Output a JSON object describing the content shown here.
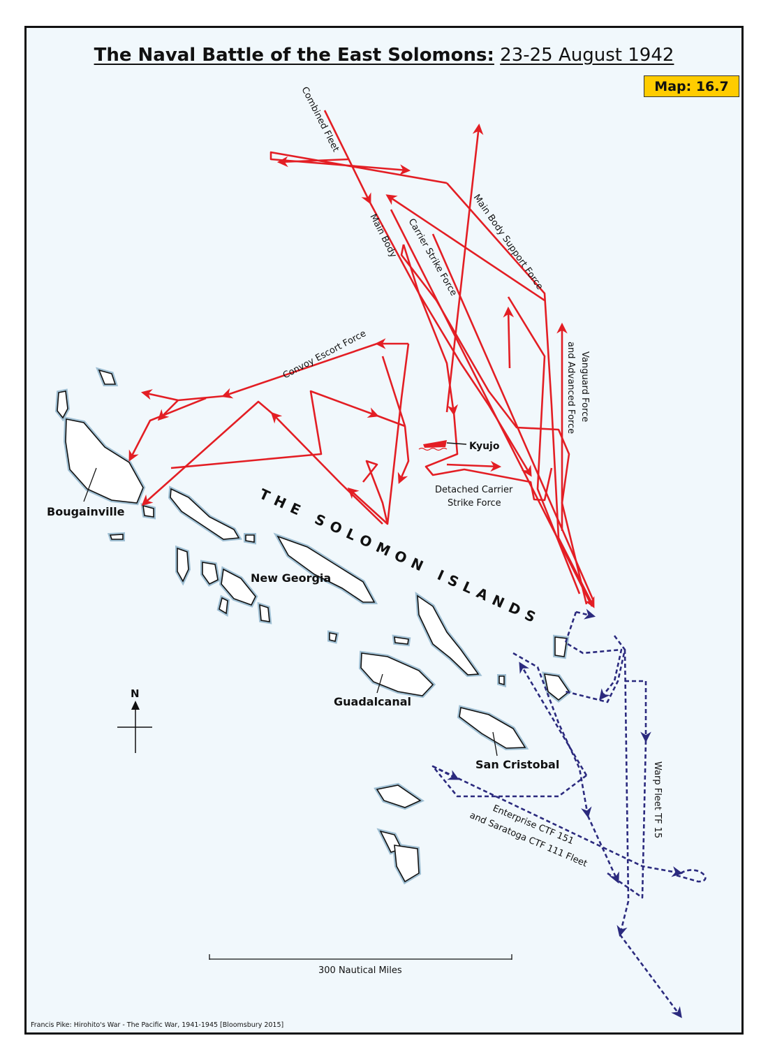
{
  "title": {
    "bold": "The Naval Battle of the East Solomons:",
    "regular": "23-25 August 1942"
  },
  "badge": "Map: 16.7",
  "credit": "Francis Pike:  Hirohito's War - The Pacific War, 1941-1945   [Bloomsbury 2015]",
  "colors": {
    "japanese_routes": "#e31e24",
    "us_routes": "#2b2a7e",
    "badge": "#ffcc00",
    "sea": "#f1f8fc"
  },
  "places": {
    "bougainville": "Bougainville",
    "new_georgia": "New Georgia",
    "guadalcanal": "Guadalcanal",
    "san_cristobal": "San Cristobal",
    "region": "THE SOLOMON ISLANDS"
  },
  "forces": {
    "combined_fleet": "Combined Fleet",
    "main_body": "Main Body",
    "carrier_strike": "Carrier Strike Force",
    "main_body_support": "Main Body Support Force",
    "convoy_escort": "Convoy Escort Force",
    "vanguard_1": "Vanguard Force",
    "vanguard_2": "and Advanced Force",
    "kyujo": "Kyujo",
    "detached_1": "Detached Carrier",
    "detached_2": "Strike Force",
    "wasp": "Warp Fleet TF 15",
    "enterprise_1": "Enterprise CTF 151",
    "enterprise_2": "and Saratoga CTF 111 Fleet"
  },
  "north": "N",
  "scale": "300 Nautical Miles"
}
